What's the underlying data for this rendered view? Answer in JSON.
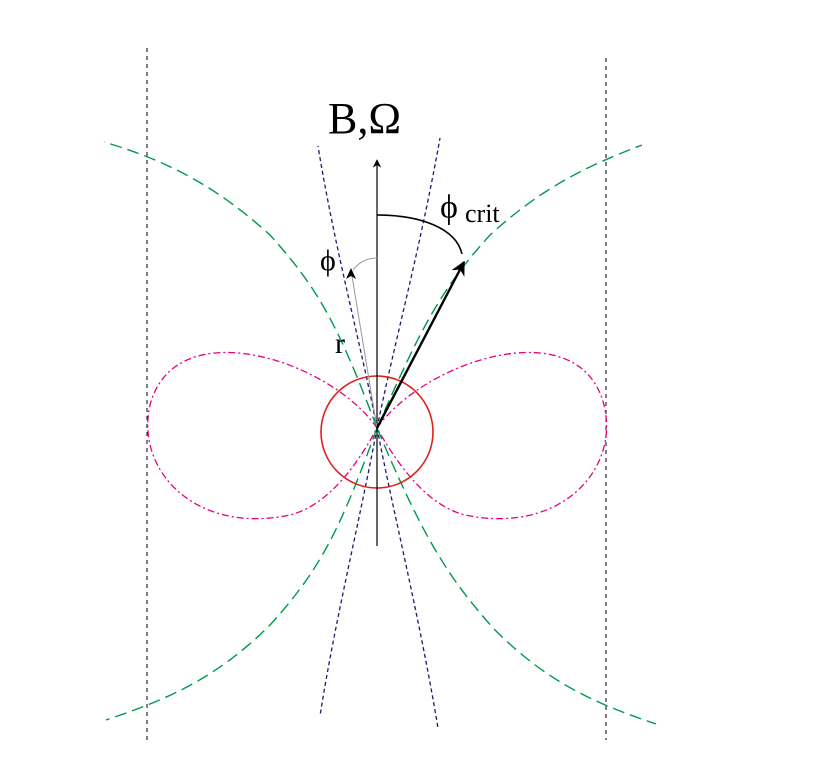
{
  "labels": {
    "axis": "B,Ω",
    "phi": "ϕ",
    "phi_crit_symbol": "ϕ",
    "phi_crit_subscript": "crit",
    "radius": "r"
  },
  "colors": {
    "axis": "#000000",
    "light_cylinder": "#000000",
    "open_field_lines": "#1a1a6e",
    "last_closed_field_lines": "#00994d",
    "closed_field_lines": "#e6007e",
    "star": "#e0201a",
    "phi_arrow": "#9a9a9a"
  }
}
